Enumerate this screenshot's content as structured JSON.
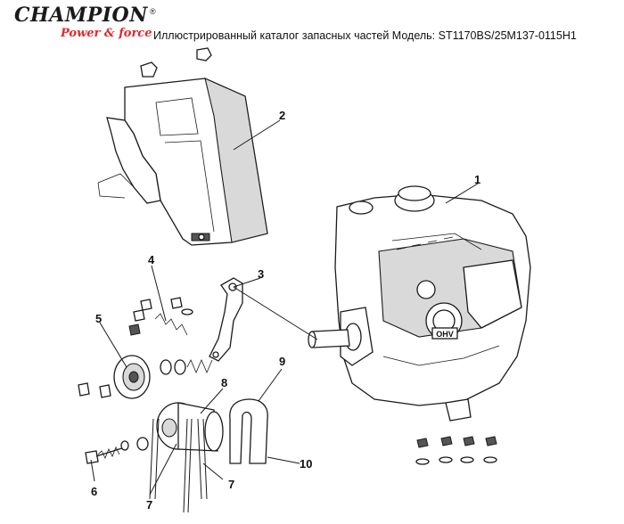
{
  "header": {
    "brand_name": "CHAMPION",
    "brand_tagline": "Power & force",
    "brand_reg": "®",
    "catalog_title": "Иллюстрированный каталог запасных частей  Модель: ST1170BS/25M137-0115H1"
  },
  "engine_badge": "OHV",
  "callouts": [
    {
      "label": "1"
    },
    {
      "label": "2"
    },
    {
      "label": "3"
    },
    {
      "label": "4"
    },
    {
      "label": "5"
    },
    {
      "label": "6"
    },
    {
      "label": "7"
    },
    {
      "label": "7"
    },
    {
      "label": "8"
    },
    {
      "label": "9"
    },
    {
      "label": "10"
    }
  ]
}
